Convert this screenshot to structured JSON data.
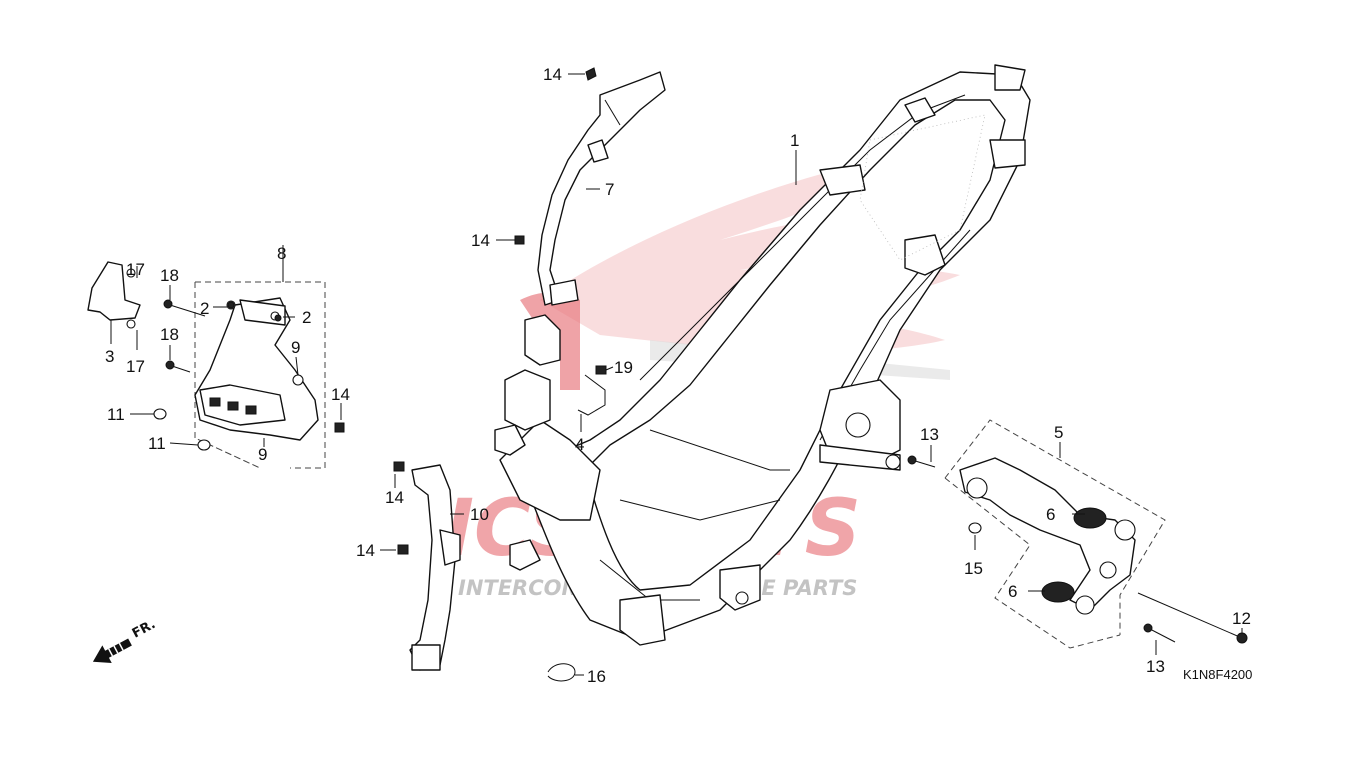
{
  "diagram_code": "K1N8F4200",
  "orientation_label": "FR.",
  "watermark": {
    "brand": "ICSPARTS",
    "tagline": "INTERCONTINENTAL SPARE PARTS",
    "color_red": "#d9232e",
    "color_gray": "#9a9a9a"
  },
  "callouts": [
    {
      "id": "c1",
      "label": "1"
    },
    {
      "id": "c2a",
      "label": "2"
    },
    {
      "id": "c2b",
      "label": "2"
    },
    {
      "id": "c3",
      "label": "3"
    },
    {
      "id": "c4",
      "label": "4"
    },
    {
      "id": "c5",
      "label": "5"
    },
    {
      "id": "c6a",
      "label": "6"
    },
    {
      "id": "c6b",
      "label": "6"
    },
    {
      "id": "c7",
      "label": "7"
    },
    {
      "id": "c8",
      "label": "8"
    },
    {
      "id": "c9a",
      "label": "9"
    },
    {
      "id": "c9b",
      "label": "9"
    },
    {
      "id": "c10",
      "label": "10"
    },
    {
      "id": "c11a",
      "label": "11"
    },
    {
      "id": "c11b",
      "label": "11"
    },
    {
      "id": "c12",
      "label": "12"
    },
    {
      "id": "c13a",
      "label": "13"
    },
    {
      "id": "c13b",
      "label": "13"
    },
    {
      "id": "c14a",
      "label": "14"
    },
    {
      "id": "c14b",
      "label": "14"
    },
    {
      "id": "c14c",
      "label": "14"
    },
    {
      "id": "c14d",
      "label": "14"
    },
    {
      "id": "c14e",
      "label": "14"
    },
    {
      "id": "c15",
      "label": "15"
    },
    {
      "id": "c16",
      "label": "16"
    },
    {
      "id": "c17a",
      "label": "17"
    },
    {
      "id": "c17b",
      "label": "17"
    },
    {
      "id": "c18a",
      "label": "18"
    },
    {
      "id": "c18b",
      "label": "18"
    },
    {
      "id": "c19",
      "label": "19"
    }
  ]
}
